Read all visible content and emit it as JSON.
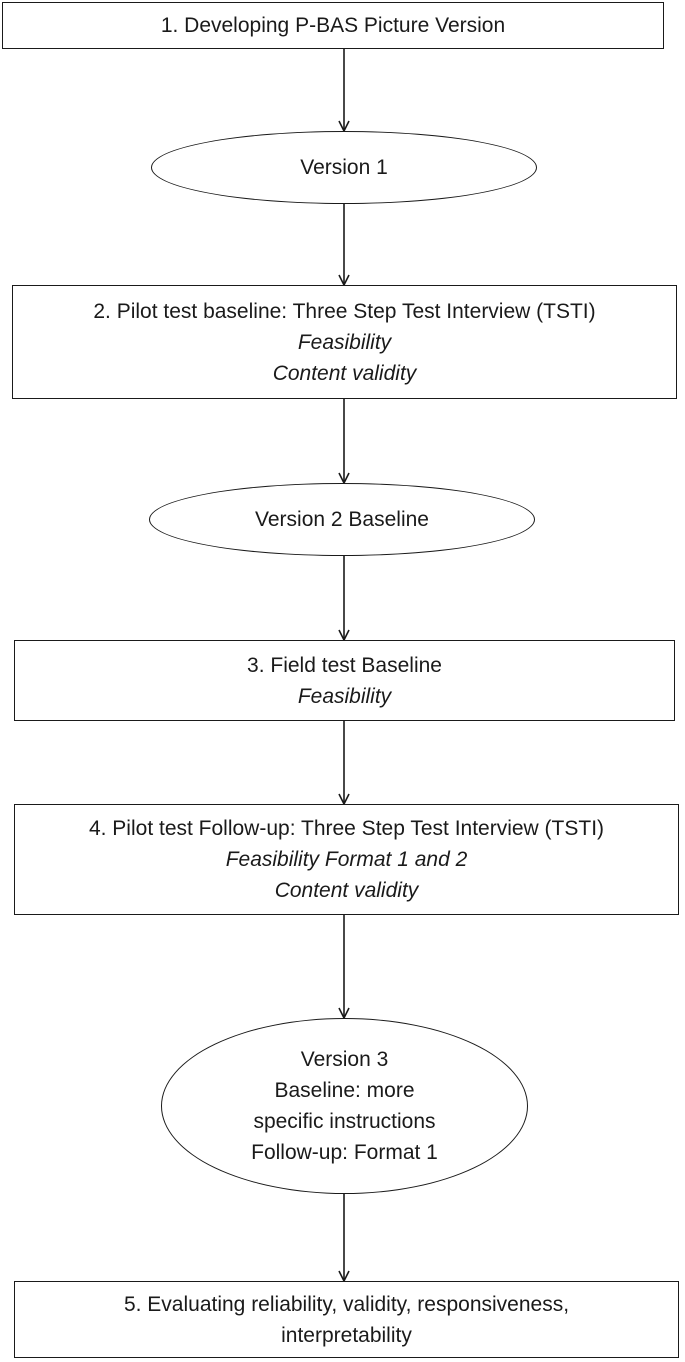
{
  "steps": [
    {
      "title": "1.   Developing P-BAS Picture Version",
      "notes": []
    },
    {
      "title": "2. Pilot test baseline: Three Step Test Interview (TSTI)",
      "notes": [
        "Feasibility",
        "Content validity"
      ]
    },
    {
      "title": "3. Field test Baseline",
      "notes": [
        "Feasibility"
      ]
    },
    {
      "title": "4. Pilot test Follow-up: Three Step Test Interview (TSTI)",
      "notes": [
        "Feasibility Format 1 and 2",
        "Content validity"
      ]
    },
    {
      "title": "5. Evaluating reliability, validity, responsiveness,",
      "title2": "interpretability",
      "notes": []
    }
  ],
  "versions": [
    {
      "lines": [
        "Version 1"
      ]
    },
    {
      "lines": [
        "Version 2 Baseline"
      ]
    },
    {
      "lines": [
        "Version 3",
        "Baseline: more",
        "specific instructions",
        "Follow-up: Format 1"
      ]
    }
  ]
}
